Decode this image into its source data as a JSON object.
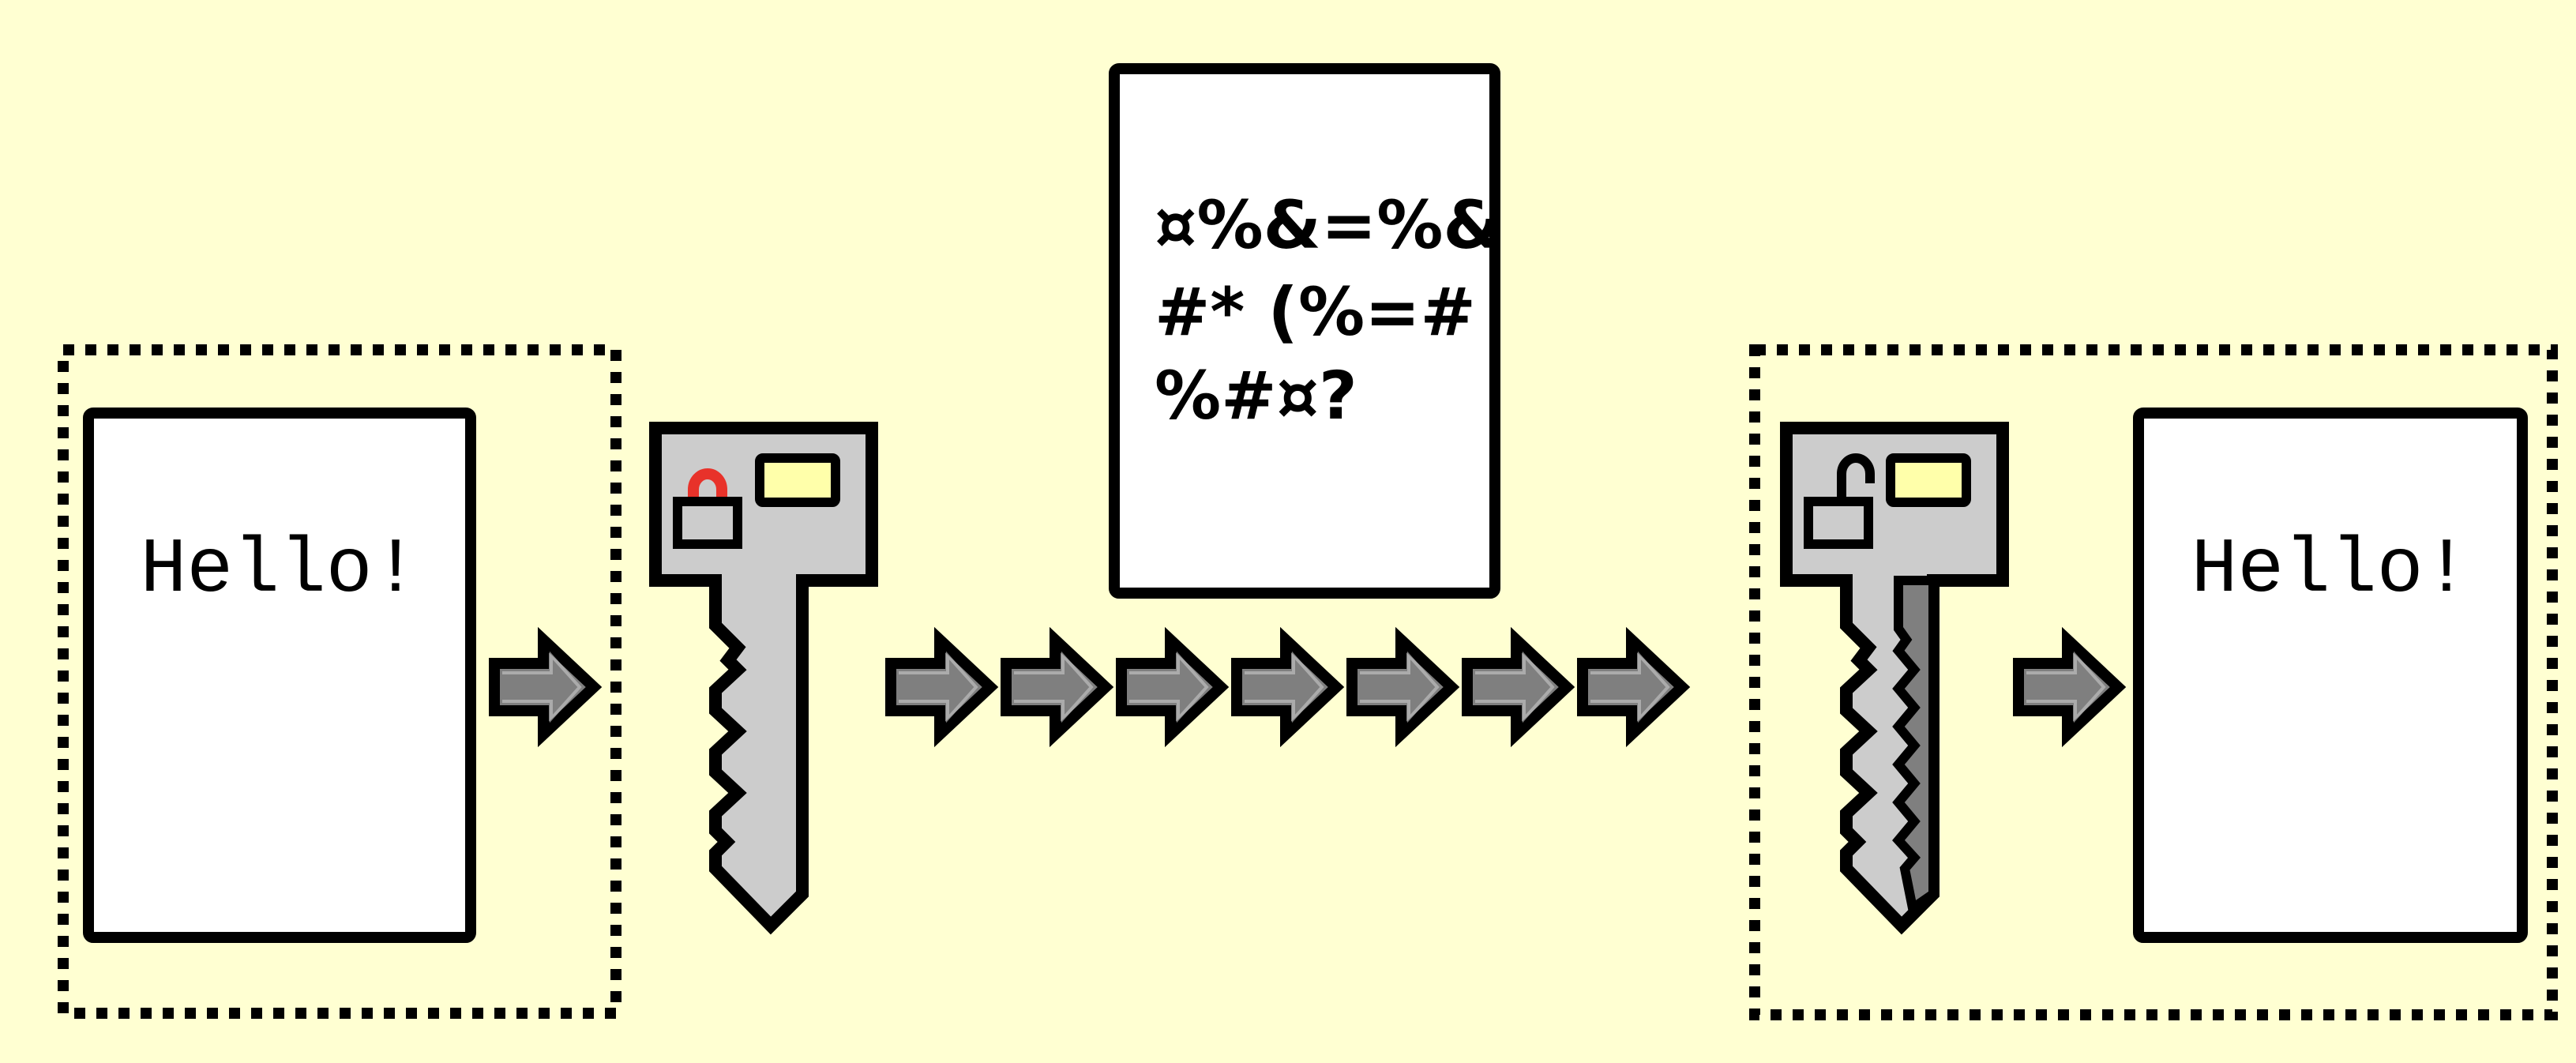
{
  "plaintext_left": {
    "text": "Hello!"
  },
  "ciphertext": {
    "lines": [
      "¤%&=%&",
      "#* (%=#",
      "%#¤?"
    ]
  },
  "plaintext_right": {
    "text": "Hello!"
  },
  "colors": {
    "background": "#ffffd2",
    "stroke": "#000000",
    "document_fill": "#ffffff",
    "key_fill": "#cccccc",
    "key_shadow": "#7f7f7f",
    "arrow_fill": "#7f7f7f",
    "key_slot_fill": "#ffffaa",
    "locked_shackle": "#e8322a"
  },
  "icons": {
    "encryption_key": "locked-key-icon",
    "decryption_key": "unlocked-key-icon",
    "arrow": "right-arrow-icon"
  },
  "transmission_arrow_count": 7
}
